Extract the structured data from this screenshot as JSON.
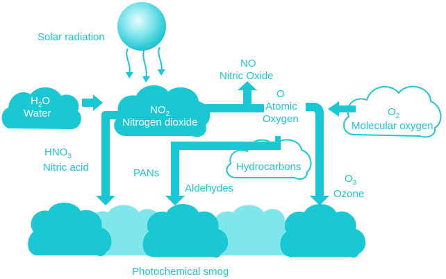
{
  "colors": {
    "primary": "#19c8d3",
    "light": "#6fe3ea",
    "white": "#ffffff"
  },
  "solar": {
    "label": "Solar radiation"
  },
  "water": {
    "formula_main": "H",
    "formula_sub": "2",
    "formula_end": "O",
    "name": "Water"
  },
  "no2": {
    "formula_main": "NO",
    "formula_sub": "2",
    "name": "Nitrogen dioxide"
  },
  "no": {
    "formula": "NO",
    "name": "Nitric Oxide"
  },
  "atomic_oxygen": {
    "formula": "O",
    "name_line1": "Atomic",
    "name_line2": "Oxygen"
  },
  "o2": {
    "formula_main": "O",
    "formula_sub": "2",
    "name": "Molecular oxygen"
  },
  "hno3": {
    "formula_main": "HNO",
    "formula_sub": "3",
    "name": "Nitric acid"
  },
  "pans": {
    "label": "PANs"
  },
  "aldehydes": {
    "label": "Aldehydes"
  },
  "hydrocarbons": {
    "label": "Hydrocarbons"
  },
  "ozone": {
    "formula_main": "O",
    "formula_sub": "3",
    "name": "Ozone"
  },
  "smog": {
    "label": "Photochemical smog"
  }
}
